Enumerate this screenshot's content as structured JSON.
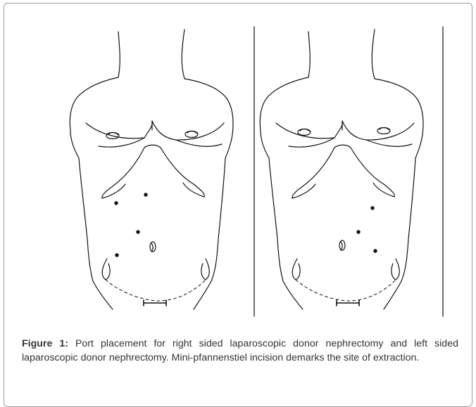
{
  "figure": {
    "caption_label": "Figure 1:",
    "caption_text": " Port placement for right sided laparoscopic donor nephrectomy and left sided laparoscopic donor nephrectomy. Mini-pfannenstiel incision demarks the site of extraction.",
    "panels": [
      {
        "name": "right-sided-port-placement",
        "ports": 5
      },
      {
        "name": "left-sided-port-placement",
        "ports": 4
      }
    ]
  },
  "colors": {
    "ink": "#111111",
    "frame": "#9a9a9a",
    "caption": "#333333"
  }
}
